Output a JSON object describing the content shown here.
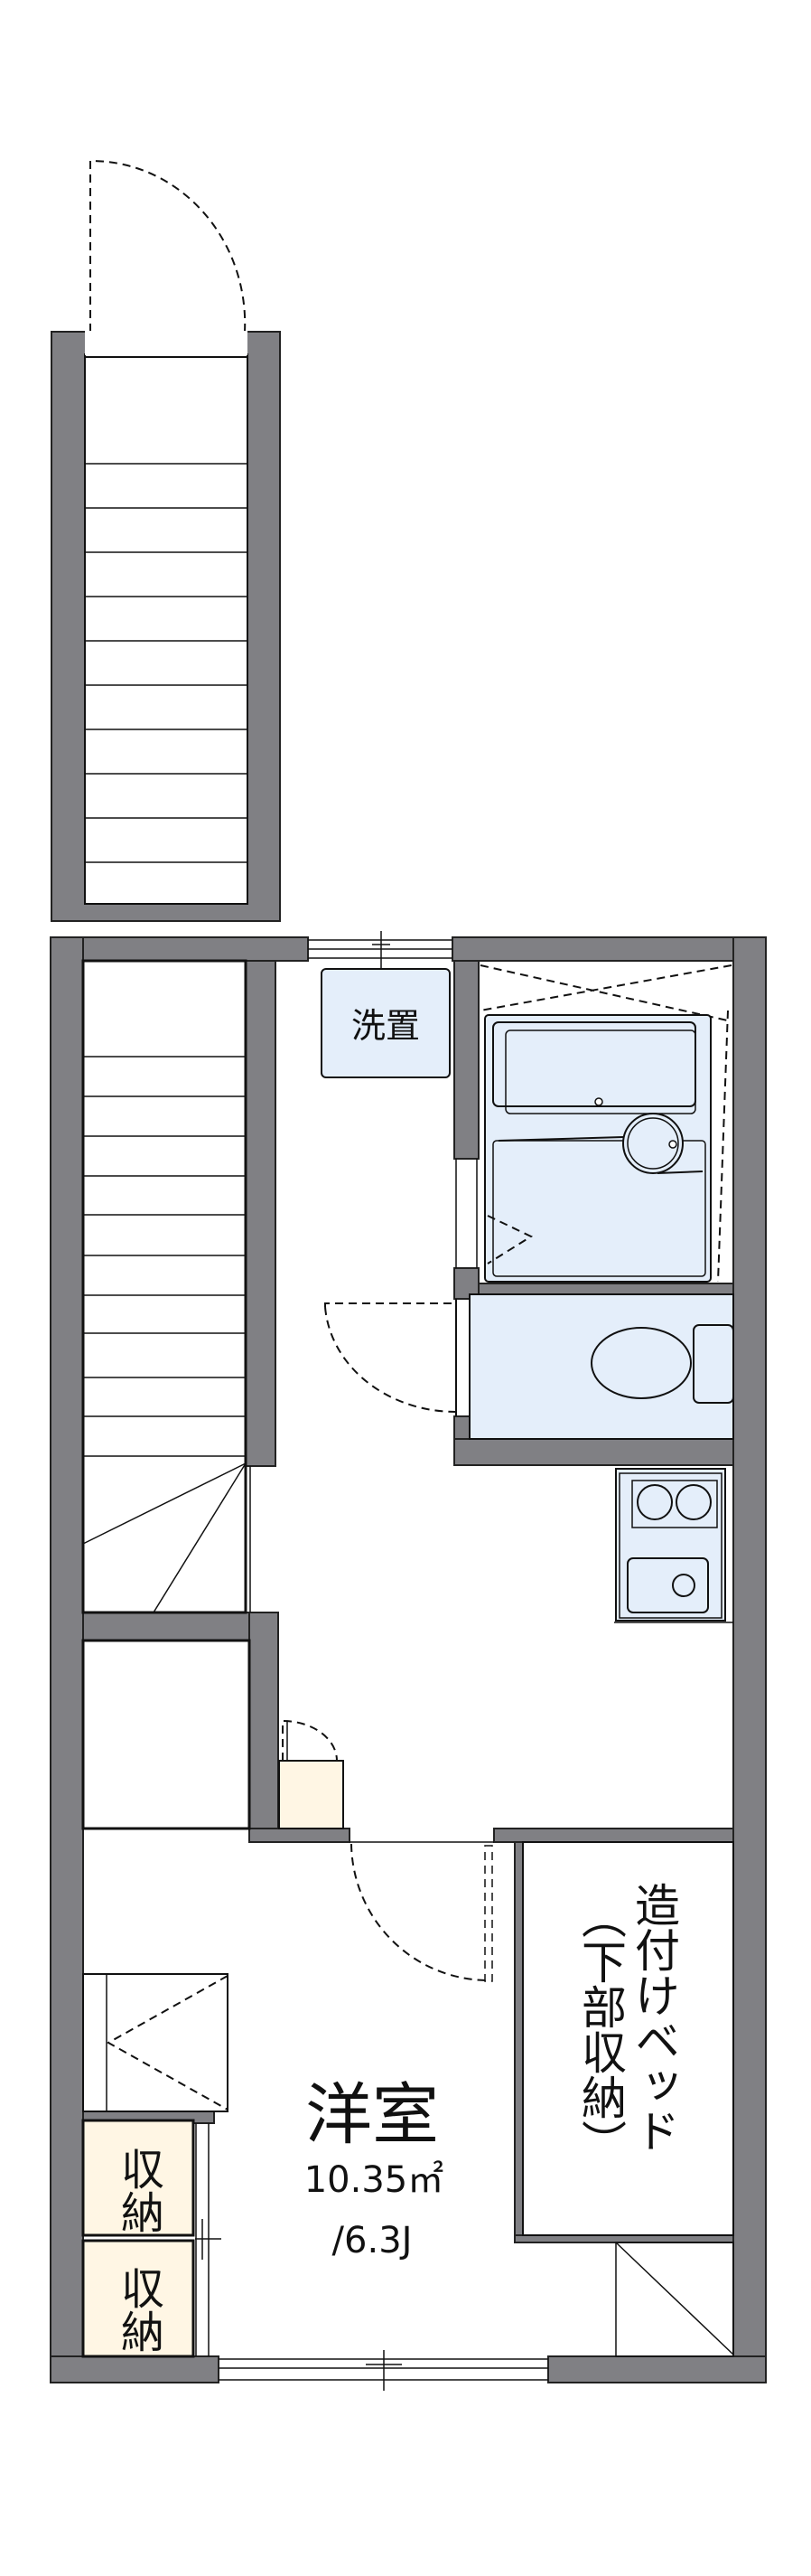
{
  "floorplan": {
    "labels": {
      "washer": "洗置",
      "room_name": "洋室",
      "room_area": "10.35㎡",
      "room_tatami": "/6.3J",
      "storage_1": "収納",
      "storage_2": "収納",
      "bed_title": "造付けベッド",
      "bed_note": "（下部収納）"
    },
    "colors": {
      "wall": "#808084",
      "fixture": "#e4eefa",
      "storage": "#fff6e4"
    }
  }
}
